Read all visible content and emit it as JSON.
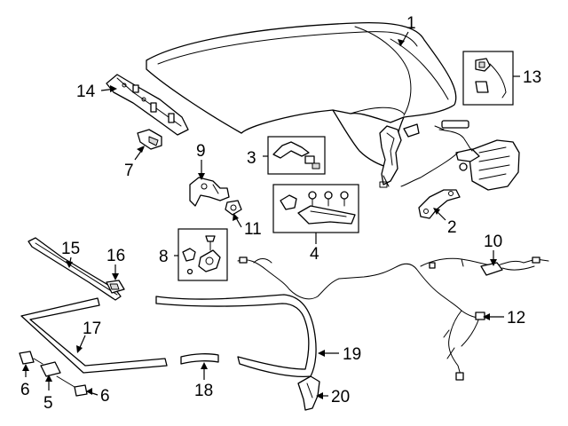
{
  "callouts": {
    "c1": "1",
    "c2": "2",
    "c3": "3",
    "c4": "4",
    "c5": "5",
    "c6a": "6",
    "c6b": "6",
    "c7": "7",
    "c8": "8",
    "c9": "9",
    "c10": "10",
    "c11": "11",
    "c12": "12",
    "c13": "13",
    "c14": "14",
    "c15": "15",
    "c16": "16",
    "c17": "17",
    "c18": "18",
    "c19": "19",
    "c20": "20"
  },
  "colors": {
    "line": "#000000",
    "background": "#ffffff",
    "shade": "#d9d9d9"
  }
}
